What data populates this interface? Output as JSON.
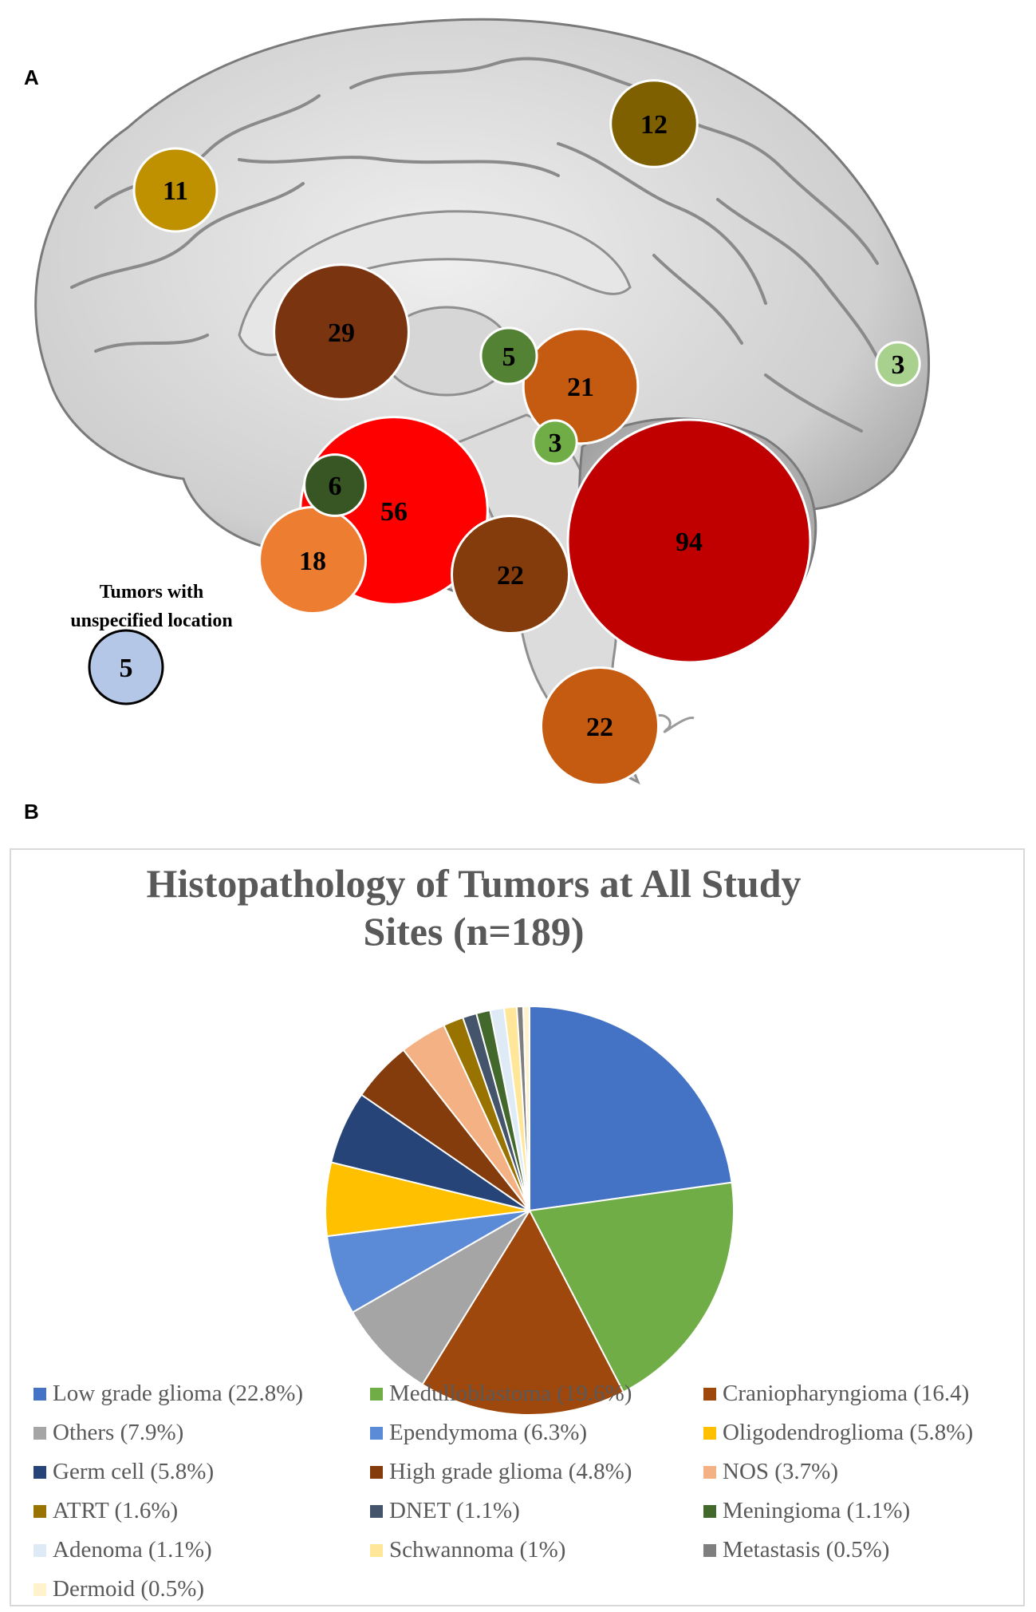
{
  "panels": {
    "a": "A",
    "b": "B"
  },
  "brain_map": {
    "bubbles": [
      {
        "count": 11,
        "color": "#bf9000"
      },
      {
        "count": 12,
        "color": "#7f6000"
      },
      {
        "count": 29,
        "color": "#7b3410"
      },
      {
        "count": 5,
        "color": "#548235"
      },
      {
        "count": 3,
        "color": "#a9d18e"
      },
      {
        "count": 21,
        "color": "#c55a11"
      },
      {
        "count": 3,
        "color": "#70ad47"
      },
      {
        "count": 6,
        "color": "#375623"
      },
      {
        "count": 56,
        "color": "#ff0000"
      },
      {
        "count": 18,
        "color": "#ed7d31"
      },
      {
        "count": 22,
        "color": "#843c0c"
      },
      {
        "count": 94,
        "color": "#c00000"
      },
      {
        "count": 22,
        "color": "#c55a11"
      }
    ],
    "unspecified": {
      "label_line1": "Tumors with",
      "label_line2": "unspecified location",
      "count": 5,
      "color": "#b4c7e7"
    }
  },
  "chart_data": {
    "type": "pie",
    "title_line1": "Histopathology of Tumors at All Study",
    "title_line2": "Sites (n=189)",
    "slices": [
      {
        "label": "Low grade glioma (22.8%)",
        "value": 22.8,
        "color": "#4472c4"
      },
      {
        "label": "Medulloblastoma (19.6%)",
        "value": 19.6,
        "color": "#70ad47"
      },
      {
        "label": "Craniopharyngioma (16.4)",
        "value": 16.4,
        "color": "#9e480e"
      },
      {
        "label": "Others (7.9%)",
        "value": 7.9,
        "color": "#a5a5a5"
      },
      {
        "label": "Ependymoma (6.3%)",
        "value": 6.3,
        "color": "#5b8bd6"
      },
      {
        "label": "Oligodendroglioma (5.8%)",
        "value": 5.8,
        "color": "#ffc000"
      },
      {
        "label": "Germ cell (5.8%)",
        "value": 5.8,
        "color": "#264478"
      },
      {
        "label": "High grade glioma (4.8%)",
        "value": 4.8,
        "color": "#843c0c"
      },
      {
        "label": "NOS (3.7%)",
        "value": 3.7,
        "color": "#f4b183"
      },
      {
        "label": "ATRT (1.6%)",
        "value": 1.6,
        "color": "#997300"
      },
      {
        "label": "DNET (1.1%)",
        "value": 1.1,
        "color": "#44546a"
      },
      {
        "label": "Meningioma (1.1%)",
        "value": 1.1,
        "color": "#43682b"
      },
      {
        "label": "Adenoma (1.1%)",
        "value": 1.1,
        "color": "#deebf7"
      },
      {
        "label": "Schwannoma (1%)",
        "value": 1.0,
        "color": "#ffe699"
      },
      {
        "label": "Metastasis (0.5%)",
        "value": 0.5,
        "color": "#7f7f7f"
      },
      {
        "label": "Dermoid (0.5%)",
        "value": 0.5,
        "color": "#fff2cc"
      }
    ]
  }
}
